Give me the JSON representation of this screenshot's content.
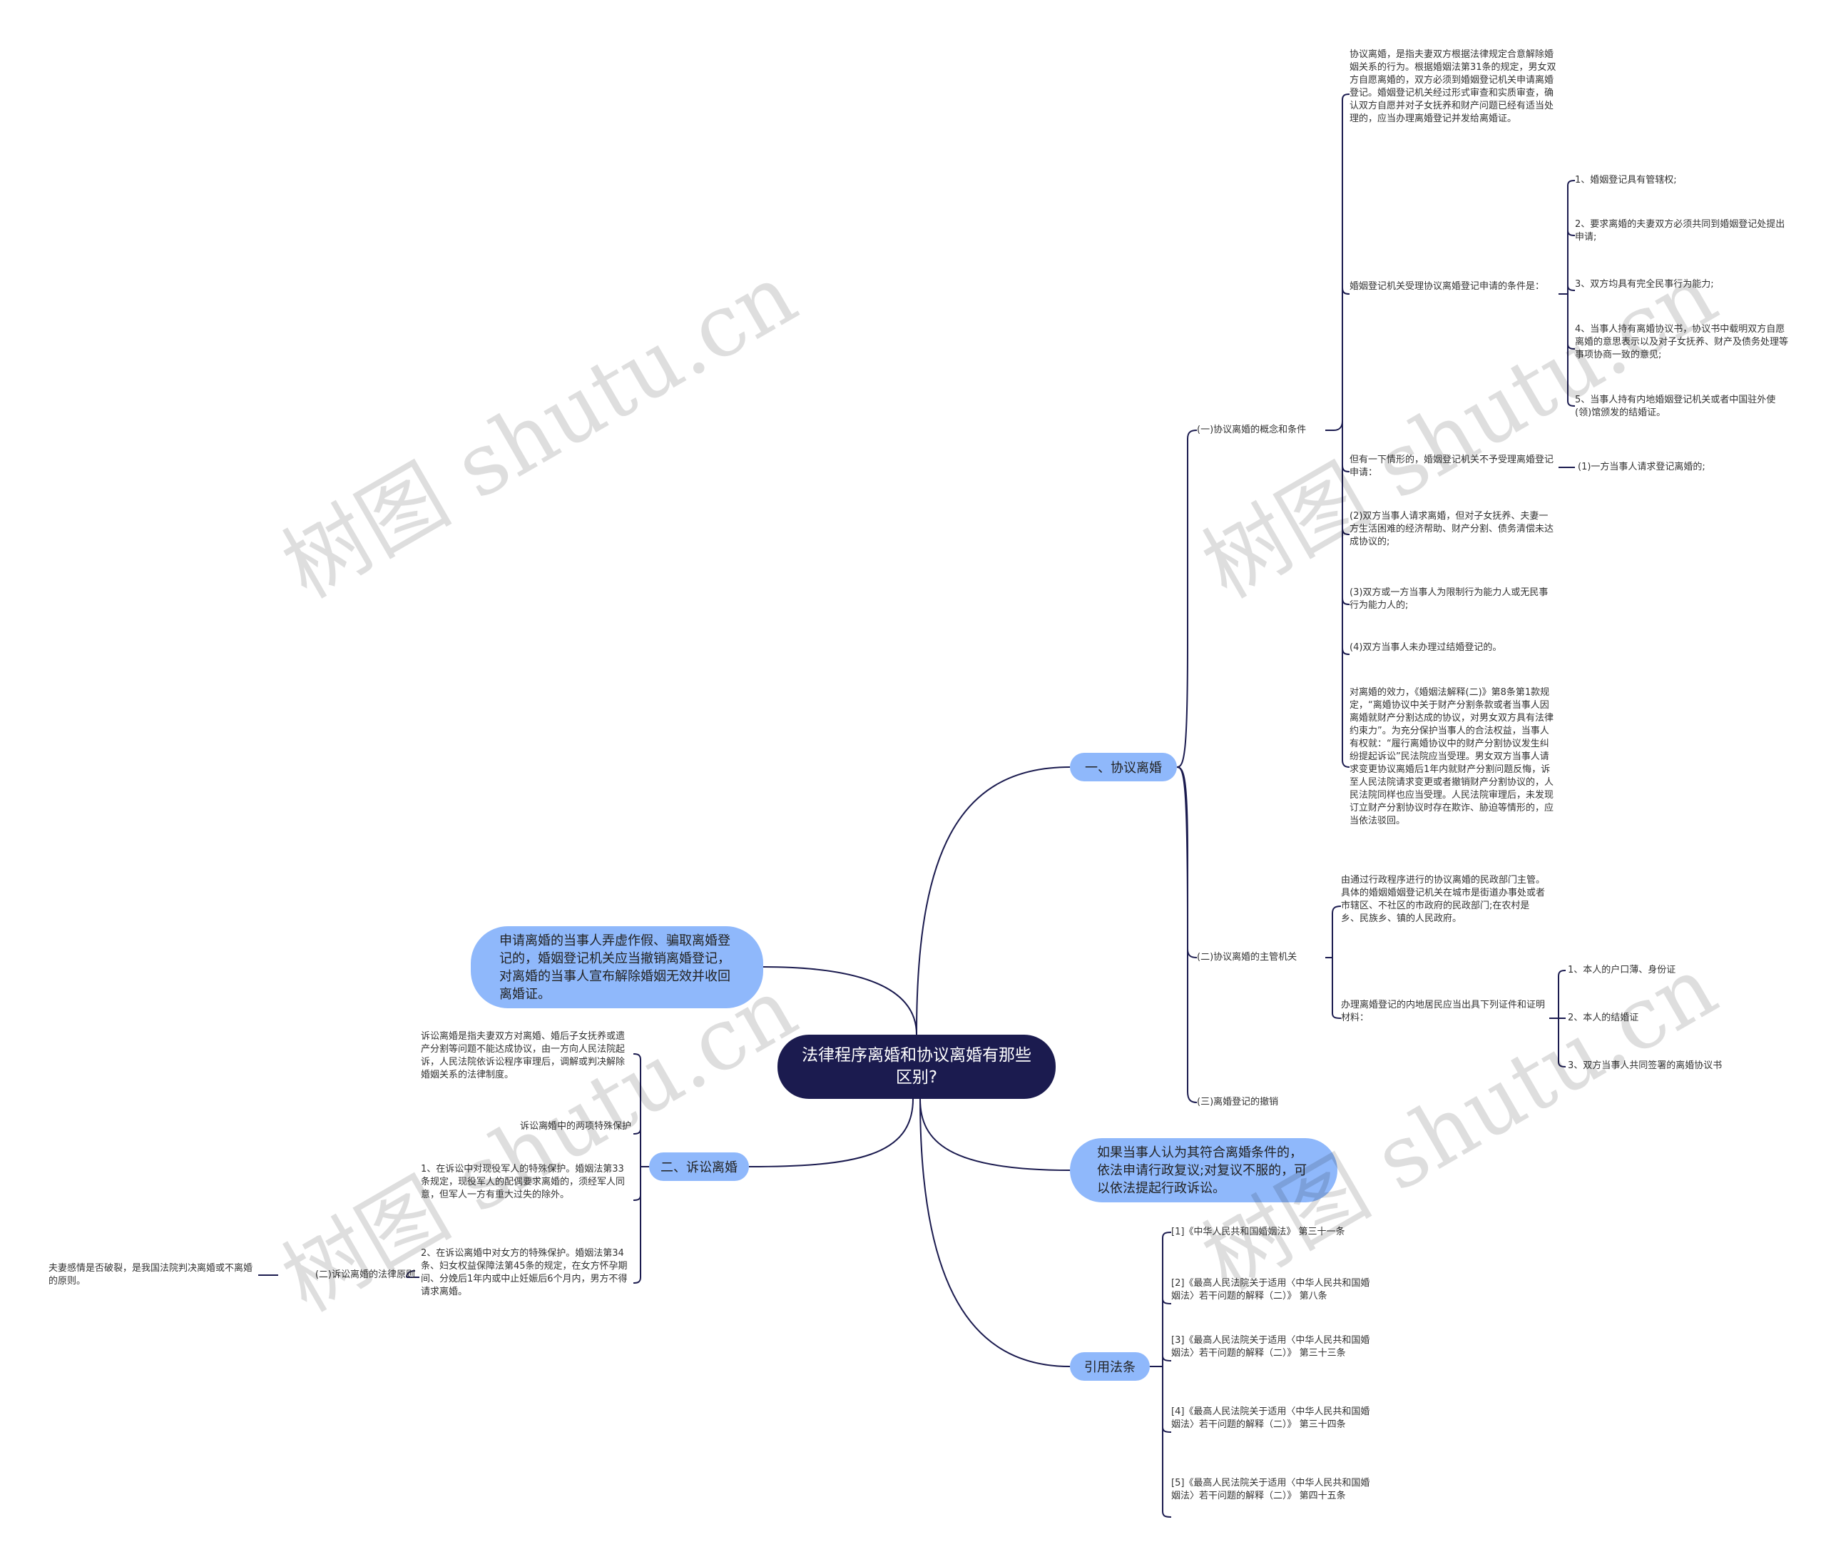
{
  "root": "法律程序离婚和协议离婚有那些区别?",
  "branch1": {
    "label": "一、协议离婚",
    "concept": {
      "label": "(一)协议离婚的概念和条件",
      "definition": "协议离婚，是指夫妻双方根据法律规定合意解除婚姻关系的行为。根据婚姻法第31条的规定，男女双方自愿离婚的，双方必须到婚姻登记机关申请离婚登记。婚姻登记机关经过形式审查和实质审查，确认双方自愿并对子女抚养和财产问题已经有适当处理的，应当办理离婚登记并发给离婚证。",
      "conditions_label": "婚姻登记机关受理协议离婚登记申请的条件是：",
      "conditions": [
        "1、婚姻登记具有管辖权;",
        "2、要求离婚的夫妻双方必须共同到婚姻登记处提出申请;",
        "3、双方均具有完全民事行为能力;",
        "4、当事人持有离婚协议书，协议书中载明双方自愿离婚的意思表示以及对子女抚养、财产及债务处理等事项协商一致的意见;",
        "5、当事人持有内地婚姻登记机关或者中国驻外使(领)馆颁发的结婚证。"
      ],
      "refuse_label": "但有一下情形的，婚姻登记机关不予受理离婚登记申请：",
      "refuse_1": "(1)一方当事人请求登记离婚的;",
      "refuse_2": "(2)双方当事人请求离婚，但对子女抚养、夫妻一方生活困难的经济帮助、财产分割、债务清偿未达成协议的;",
      "refuse_3": "(3)双方或一方当事人为限制行为能力人或无民事行为能力人的;",
      "refuse_4": "(4)双方当事人未办理过结婚登记的。",
      "effect": "对离婚的效力，《婚姻法解释(二)》第8条第1款规定，“离婚协议中关于财产分割条款或者当事人因离婚就财产分割达成的协议，对男女双方具有法律约束力”。为充分保护当事人的合法权益，当事人有权就：“履行离婚协议中的财产分割协议发生纠纷提起诉讼”民法院应当受理。男女双方当事人请求变更协议离婚后1年内就财产分割问题反悔，诉至人民法院请求变更或者撤销财产分割协议的，人民法院同样也应当受理。人民法院审理后，未发现订立财产分割协议时存在欺诈、胁迫等情形的，应当依法驳回。"
    },
    "authority": {
      "label": "(二)协议离婚的主管机关",
      "desc": "由通过行政程序进行的协议离婚的民政部门主管。具体的婚姻婚姻登记机关在城市是街道办事处或者市辖区、不社区的市政府的民政部门;在农村是乡、民族乡、镇的人民政府。",
      "materials_label": "办理离婚登记的内地居民应当出具下列证件和证明材料：",
      "materials": [
        "1、本人的户口薄、身份证",
        "2、本人的结婚证",
        "3、双方当事人共同签署的离婚协议书"
      ]
    },
    "revoke": "(三)离婚登记的撤销"
  },
  "left_bubble": "申请离婚的当事人弄虚作假、骗取离婚登记的，婚姻登记机关应当撤销离婚登记，对离婚的当事人宣布解除婚姻无效并收回离婚证。",
  "right_bubble": "如果当事人认为其符合离婚条件的，依法申请行政复议;对复议不服的，可以依法提起行政诉讼。",
  "branch2": {
    "label": "二、诉讼离婚",
    "definition": "诉讼离婚是指夫妻双方对离婚、婚后子女抚养或遗产分割等问题不能达成协议，由一方向人民法院起诉，人民法院依诉讼程序审理后，调解或判决解除婚姻关系的法律制度。",
    "special_label": "诉讼离婚中的两项特殊保护",
    "special_1": "1、在诉讼中对现役军人的特殊保护。婚姻法第33条规定，现役军人的配偶要求离婚的，须经军人同意，但军人一方有重大过失的除外。",
    "special_2": "2、在诉讼离婚中对女方的特殊保护。婚姻法第34条、妇女权益保障法第45条的规定，在女方怀孕期间、分娩后1年内或中止妊娠后6个月内，男方不得请求离婚。",
    "principle_label": "(二)诉讼离婚的法律原则",
    "principle": "夫妻感情是否破裂，是我国法院判决离婚或不离婚的原则。"
  },
  "branch3": {
    "label": "引用法条",
    "refs": [
      "[1]《中华人民共和国婚姻法》 第三十一条",
      "[2]《最高人民法院关于适用〈中华人民共和国婚姻法〉若干问题的解释（二）》 第八条",
      "[3]《最高人民法院关于适用〈中华人民共和国婚姻法〉若干问题的解释（二）》 第三十三条",
      "[4]《最高人民法院关于适用〈中华人民共和国婚姻法〉若干问题的解释（二）》 第三十四条",
      "[5]《最高人民法院关于适用〈中华人民共和国婚姻法〉若干问题的解释（二）》 第四十五条"
    ]
  },
  "watermark": "树图 shutu.cn",
  "colors": {
    "root_bg": "#1b1b4f",
    "branch_bg": "#8fb8fb",
    "line": "#1b1b4f"
  }
}
